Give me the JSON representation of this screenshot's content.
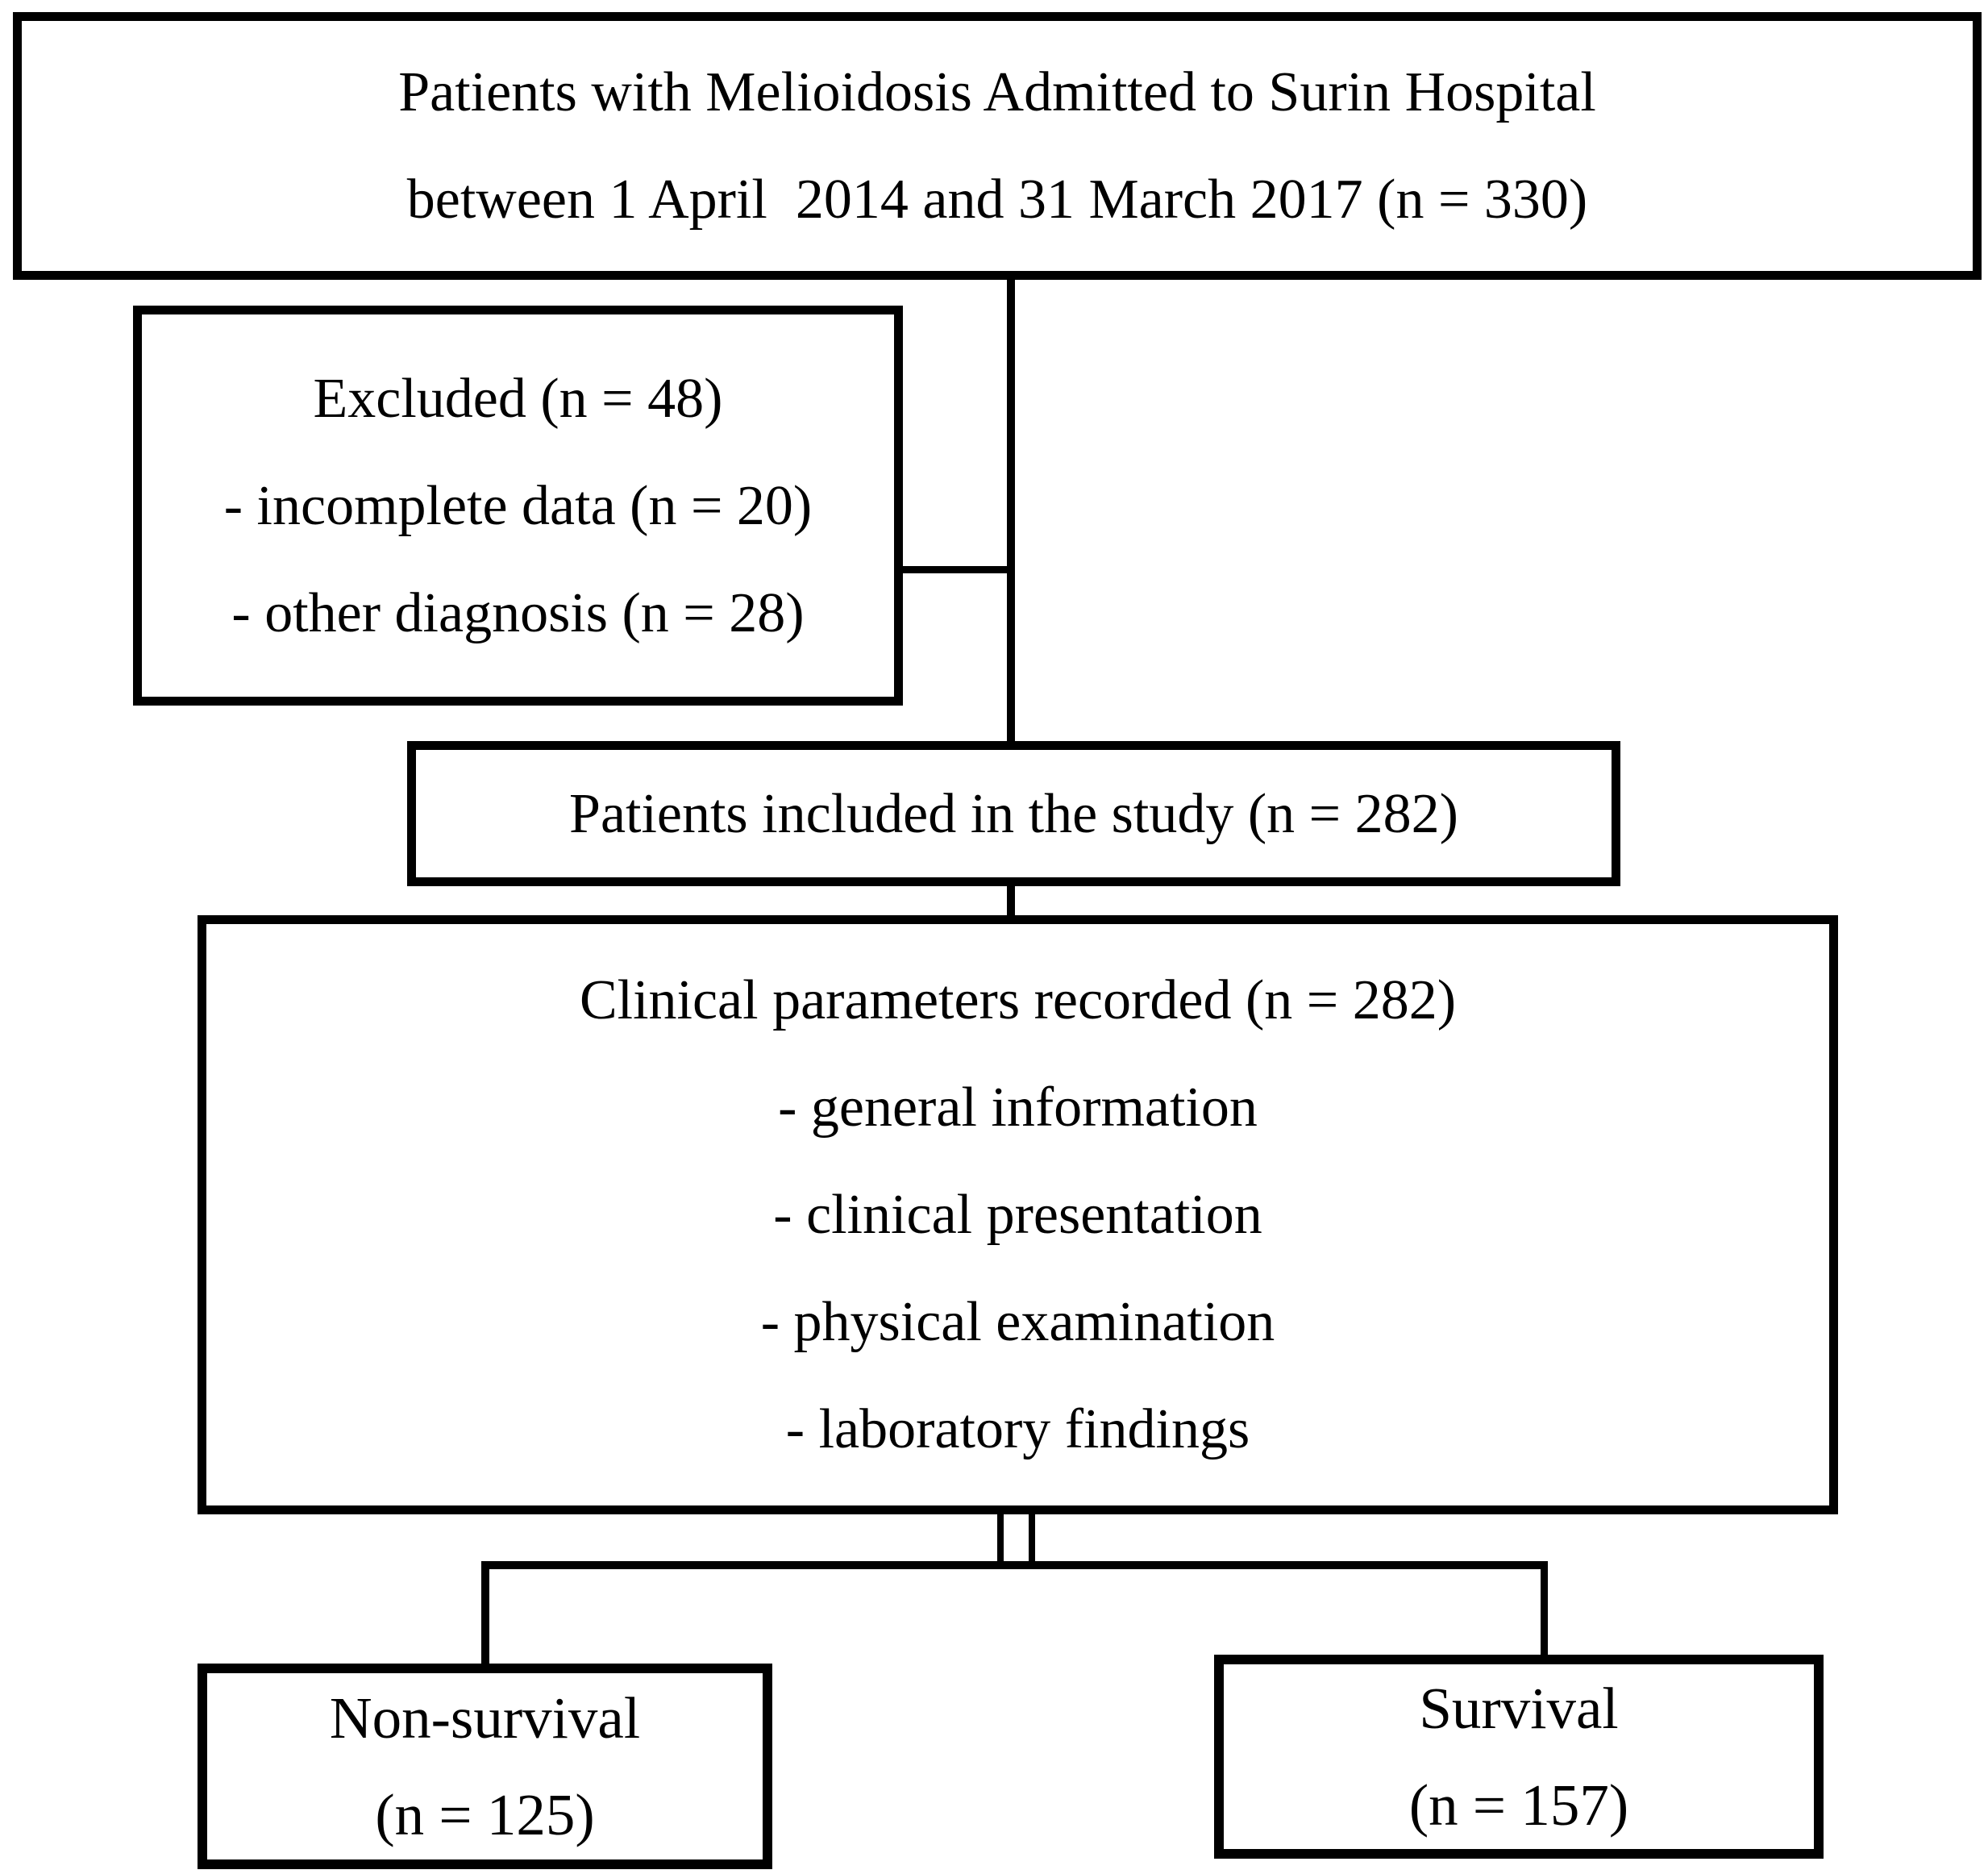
{
  "figure": {
    "type": "flowchart",
    "colors": {
      "line": "#000000",
      "text": "#000000",
      "background": "#ffffff"
    },
    "boxes": {
      "admitted": {
        "lines": [
          "Patients with Melioidosis Admitted to Surin Hospital",
          "between 1 April  2014 and 31 March 2017 (n = 330)"
        ],
        "n": 330
      },
      "excluded": {
        "lines": [
          "Excluded (n = 48)",
          "- incomplete data (n = 20)",
          "- other diagnosis (n = 28)"
        ],
        "n": 48,
        "incomplete_data_n": 20,
        "other_diagnosis_n": 28
      },
      "included": {
        "lines": [
          "Patients included in the study (n = 282)"
        ],
        "n": 282
      },
      "clinical": {
        "lines": [
          "Clinical parameters recorded (n = 282)",
          "- general information",
          "- clinical presentation",
          "- physical examination",
          "- laboratory findings"
        ],
        "n": 282
      },
      "non_survival": {
        "lines": [
          "Non-survival",
          "(n = 125)"
        ],
        "n": 125
      },
      "survival": {
        "lines": [
          "Survival",
          "(n = 157)"
        ],
        "n": 157
      }
    }
  }
}
